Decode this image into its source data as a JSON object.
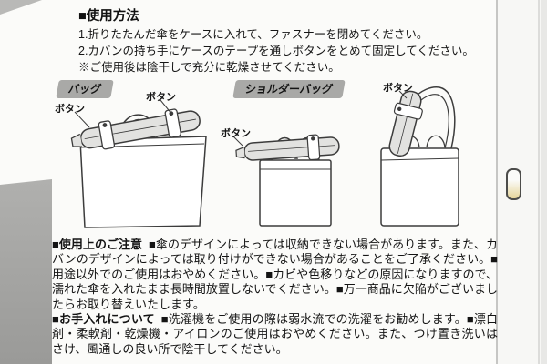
{
  "packaging": {
    "usage": {
      "title": "■使用方法",
      "steps": [
        "1.折りたたんだ傘をケースに入れて、ファスナーを閉めてください。",
        "2.カバンの持ち手にケースのテープを通しボタンをとめて固定してください。",
        "※ご使用後は陰干しで充分に乾燥させてください。"
      ]
    },
    "diagrams": {
      "bag_badge": "バッグ",
      "shoulder_badge": "ショルダーバッグ",
      "button_callout": "ボタン"
    },
    "cautions": {
      "heading": "■使用上のご注意",
      "body": "■傘のデザインによっては収納できない場合があります。また、カバンのデザインによっては取り付けができない場合があることをご了承ください。■用途以外でのご使用はおやめください。■カビや色移りなどの原因になりますので、濡れた傘を入れたまま長時間放置しないでください。■万一商品に欠陥がございましたらお取り替えいたします。"
    },
    "care": {
      "heading": "■お手入れについて",
      "body": "■洗濯機をご使用の際は弱水流での洗濯をお勧めします。■漂白剤・柔軟剤・乾燥機・アイロンのご使用はおやめください。また、つけ置き洗いはさけ、風通しの良い所で陰干してください。"
    }
  }
}
